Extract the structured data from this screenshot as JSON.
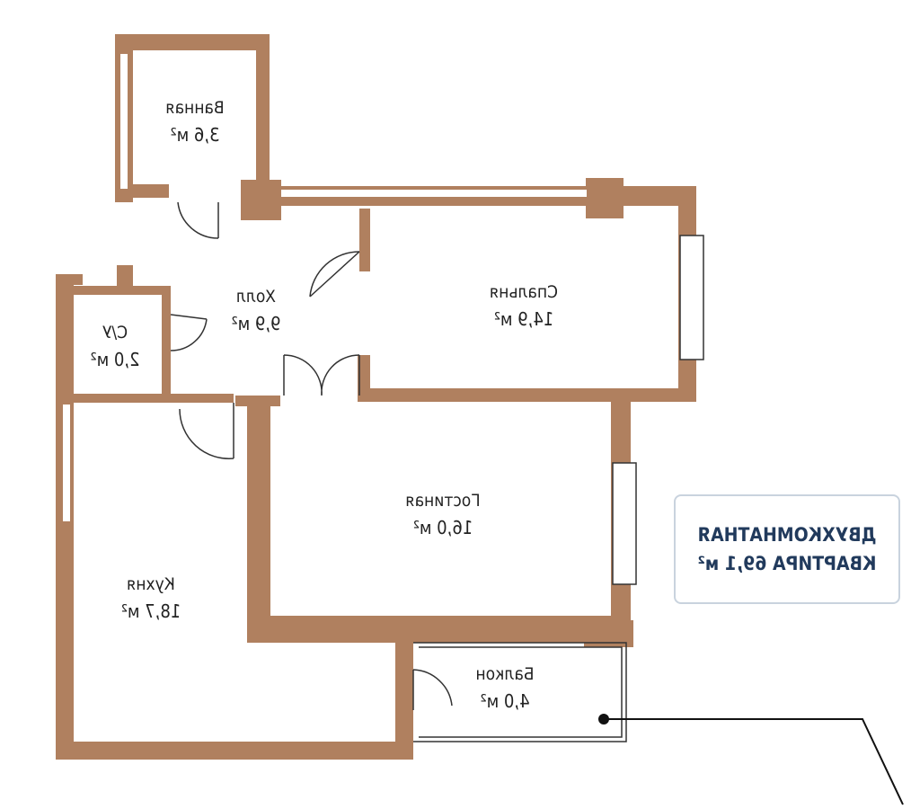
{
  "rooms": {
    "bathroom": {
      "name": "Ванная",
      "area": "3,6 м²"
    },
    "hall": {
      "name": "Холл",
      "area": "9,9 м²"
    },
    "bedroom": {
      "name": "Спальня",
      "area": "14,9 м²"
    },
    "wc": {
      "name": "С/У",
      "area": "2,0 м²"
    },
    "living": {
      "name": "Гостиная",
      "area": "16,0 м²"
    },
    "kitchen": {
      "name": "Кухня",
      "area": "18,7 м²"
    },
    "balcony": {
      "name": "Балкон",
      "area": "4,0 м²"
    }
  },
  "info": {
    "line1": "ДВУХКОМНАТНАЯ",
    "line2": "КВАРТИРА 69,1 м²"
  },
  "colors": {
    "wall": "#b0805f",
    "text": "#213a5c"
  }
}
